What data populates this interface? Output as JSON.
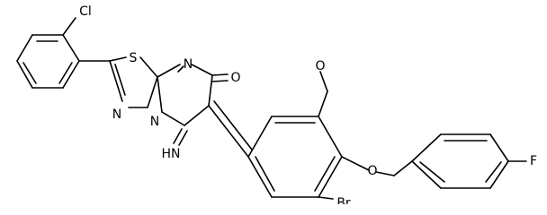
{
  "molecule": {
    "atom_labels": {
      "cl": "Cl",
      "s": "S",
      "n_ring_top": "N",
      "o_carbonyl": "O",
      "o_methoxy": "O",
      "n_thiadiazole": "N",
      "n_bridge": "N",
      "imine": "HN",
      "o_ether": "O",
      "f": "F",
      "br": "Br"
    }
  }
}
